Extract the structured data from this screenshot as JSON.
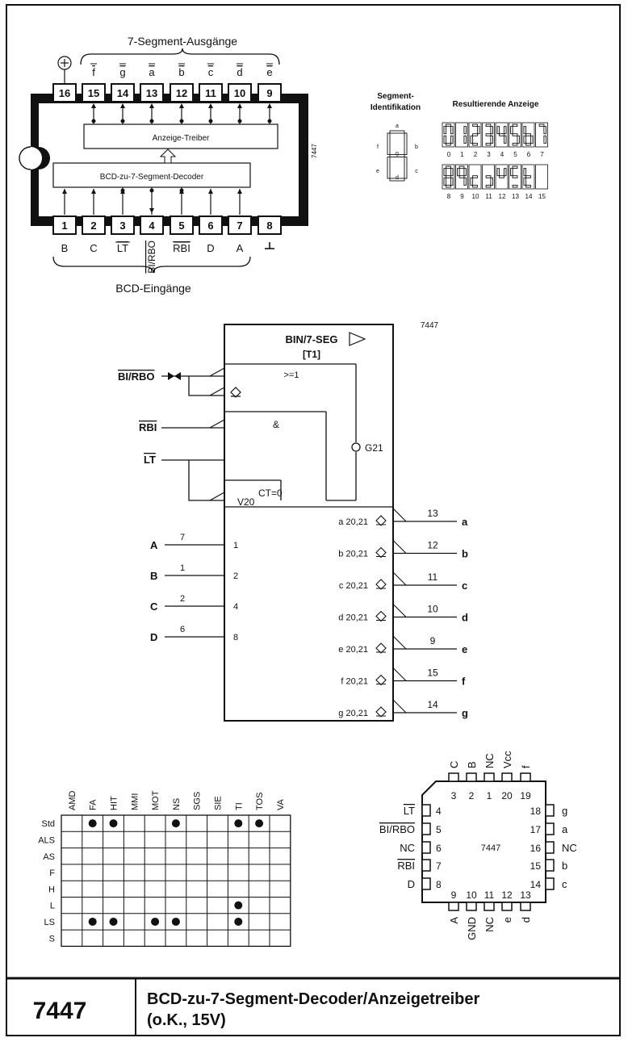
{
  "pinout": {
    "top_caption": "7-Segment-Ausgänge",
    "bottom_caption": "BCD-Eingänge",
    "supply_symbol": "⊕",
    "top_pins": [
      {
        "num": "16",
        "label": ""
      },
      {
        "num": "15",
        "label": "f"
      },
      {
        "num": "14",
        "label": "g"
      },
      {
        "num": "13",
        "label": "a"
      },
      {
        "num": "12",
        "label": "b"
      },
      {
        "num": "11",
        "label": "c"
      },
      {
        "num": "10",
        "label": "d"
      },
      {
        "num": "9",
        "label": "e"
      }
    ],
    "bottom_pins": [
      {
        "num": "1",
        "label": "B"
      },
      {
        "num": "2",
        "label": "C"
      },
      {
        "num": "3",
        "label": "LT"
      },
      {
        "num": "4",
        "label": "BI/RBO"
      },
      {
        "num": "5",
        "label": "RBI"
      },
      {
        "num": "6",
        "label": "D"
      },
      {
        "num": "7",
        "label": "A"
      },
      {
        "num": "8",
        "label": "⊥"
      }
    ],
    "driver_block": "Anzeige-Treiber",
    "decoder_block": "BCD-zu-7-Segment-Decoder",
    "chip_id": "7447"
  },
  "segments": {
    "ident_title_1": "Segment-",
    "ident_title_2": "Identifikation",
    "display_title": "Resultierende Anzeige",
    "seg_letters": [
      "a",
      "b",
      "c",
      "d",
      "e",
      "f",
      "g"
    ],
    "row1_numbers": [
      "0",
      "1",
      "2",
      "3",
      "4",
      "5",
      "6",
      "7"
    ],
    "row2_numbers": [
      "8",
      "9",
      "10",
      "11",
      "12",
      "13",
      "14",
      "15"
    ]
  },
  "logic": {
    "chip_label": "7447",
    "header": "BIN/7-SEG",
    "tag": "[T1]",
    "or_label": ">=1",
    "and_label": "&",
    "g21": "G21",
    "v20": "V20",
    "ct": "CT=0",
    "controls": [
      {
        "name": "BI/RBO"
      },
      {
        "name": "RBI"
      },
      {
        "name": "LT"
      }
    ],
    "inputs": [
      {
        "name": "A",
        "pin": "7",
        "weight": "1"
      },
      {
        "name": "B",
        "pin": "1",
        "weight": "2"
      },
      {
        "name": "C",
        "pin": "2",
        "weight": "4"
      },
      {
        "name": "D",
        "pin": "6",
        "weight": "8"
      }
    ],
    "outputs": [
      {
        "label": "a 20,21",
        "pin": "13",
        "name": "a"
      },
      {
        "label": "b 20,21",
        "pin": "12",
        "name": "b"
      },
      {
        "label": "c 20,21",
        "pin": "11",
        "name": "c"
      },
      {
        "label": "d 20,21",
        "pin": "10",
        "name": "d"
      },
      {
        "label": "e 20,21",
        "pin": "9",
        "name": "e"
      },
      {
        "label": "f 20,21",
        "pin": "15",
        "name": "f"
      },
      {
        "label": "g 20,21",
        "pin": "14",
        "name": "g"
      }
    ]
  },
  "availability": {
    "columns": [
      "AMD",
      "FA",
      "HIT",
      "MMI",
      "MOT",
      "NS",
      "SGS",
      "SIE",
      "TI",
      "TOS",
      "VA"
    ],
    "rows": [
      {
        "name": "Std",
        "dots": [
          1,
          2,
          5,
          8,
          9
        ]
      },
      {
        "name": "ALS",
        "dots": []
      },
      {
        "name": "AS",
        "dots": []
      },
      {
        "name": "F",
        "dots": []
      },
      {
        "name": "H",
        "dots": []
      },
      {
        "name": "L",
        "dots": [
          8
        ]
      },
      {
        "name": "LS",
        "dots": [
          1,
          2,
          4,
          5,
          8
        ]
      },
      {
        "name": "S",
        "dots": []
      }
    ]
  },
  "plcc": {
    "center_label": "7447",
    "top": [
      {
        "num": "3",
        "name": "C"
      },
      {
        "num": "2",
        "name": "B"
      },
      {
        "num": "1",
        "name": "NC"
      },
      {
        "num": "20",
        "name": "Vcc"
      },
      {
        "num": "19",
        "name": "f"
      }
    ],
    "left": [
      {
        "num": "4",
        "name": "LT",
        "bar": true
      },
      {
        "num": "5",
        "name": "BI/RBO",
        "bar": true
      },
      {
        "num": "6",
        "name": "NC",
        "bar": false
      },
      {
        "num": "7",
        "name": "RBI",
        "bar": true
      },
      {
        "num": "8",
        "name": "D",
        "bar": false
      }
    ],
    "right": [
      {
        "num": "18",
        "name": "g"
      },
      {
        "num": "17",
        "name": "a"
      },
      {
        "num": "16",
        "name": "NC"
      },
      {
        "num": "15",
        "name": "b"
      },
      {
        "num": "14",
        "name": "c"
      }
    ],
    "bottom": [
      {
        "num": "9",
        "name": "A"
      },
      {
        "num": "10",
        "name": "GND"
      },
      {
        "num": "11",
        "name": "NC"
      },
      {
        "num": "12",
        "name": "e"
      },
      {
        "num": "13",
        "name": "d"
      }
    ]
  },
  "footer": {
    "part_number": "7447",
    "title_line1": "BCD-zu-7-Segment-Decoder/Anzeigetreiber",
    "title_line2": "(o.K., 15V)"
  }
}
